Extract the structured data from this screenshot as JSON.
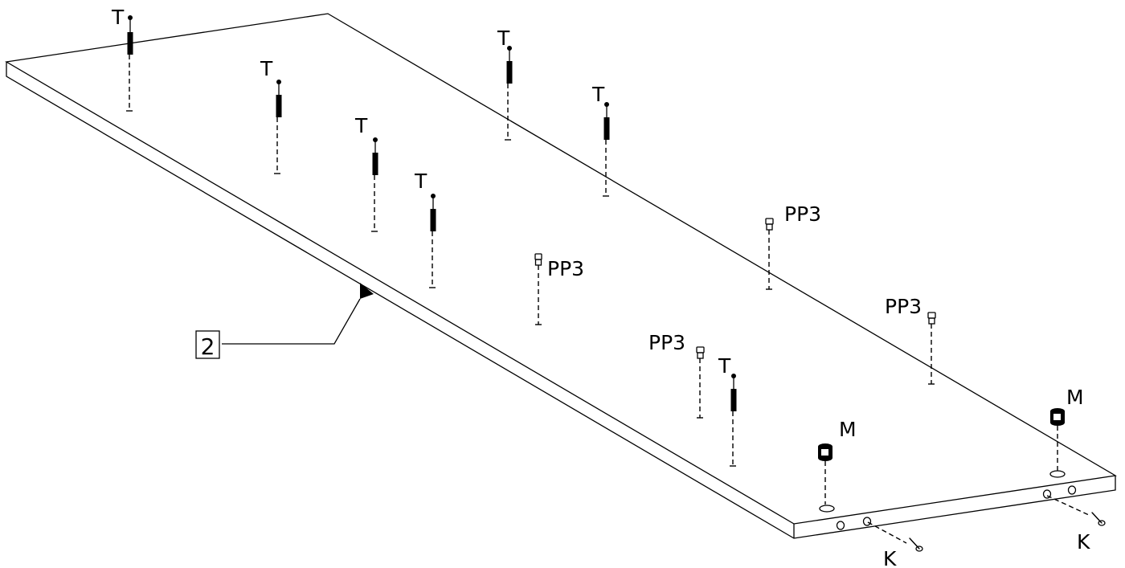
{
  "diagram": {
    "callout": {
      "number": "2"
    },
    "parts": {
      "T": "T",
      "PP3": "PP3",
      "M": "M",
      "K": "K"
    }
  }
}
